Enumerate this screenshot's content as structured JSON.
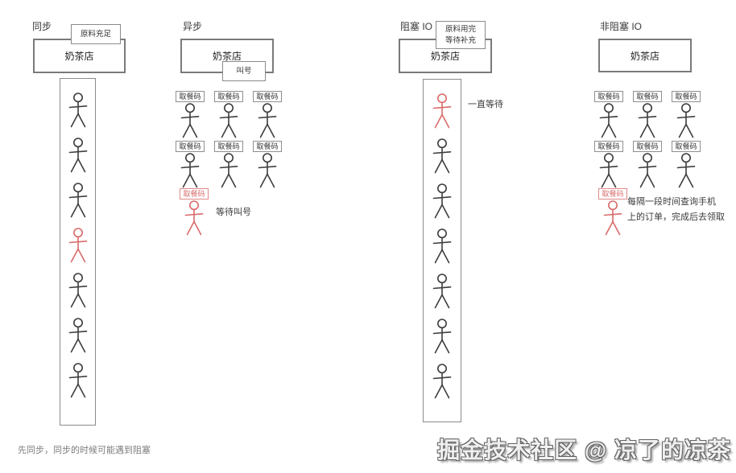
{
  "colors": {
    "figure_black": "#3d3d3d",
    "figure_red": "#d96a6a",
    "border_gray": "#8b8b8b"
  },
  "icons": {
    "person": "stick-figure-icon"
  },
  "sections": [
    {
      "id": "sync",
      "title": "同步",
      "shop_label": "奶茶店",
      "note_box": {
        "lines": [
          "原料充足"
        ]
      },
      "queue": {
        "count": 7,
        "red_index": 3
      }
    },
    {
      "id": "async",
      "title": "异步",
      "shop_label": "奶茶店",
      "call_box": "叫号",
      "grid": {
        "rows": 2,
        "cols": 3,
        "ticket_label": "取餐码"
      },
      "waiter": {
        "ticket_label": "取餐码",
        "note": "等待叫号"
      }
    },
    {
      "id": "blocking-io",
      "title": "阻塞 IO",
      "shop_label": "奶茶店",
      "note_box": {
        "lines": [
          "原料用完",
          "等待补充"
        ]
      },
      "queue": {
        "count": 7,
        "red_index": 0
      },
      "queue_note": "一直等待"
    },
    {
      "id": "nonblocking-io",
      "title": "非阻塞 IO",
      "shop_label": "奶茶店",
      "grid": {
        "rows": 2,
        "cols": 3,
        "ticket_label": "取餐码"
      },
      "waiter": {
        "ticket_label": "取餐码",
        "note_lines": [
          "每隔一段时间查询手机",
          "上的订单，完成后去领取"
        ]
      }
    }
  ],
  "footer": {
    "note": "先同步，同步的时候可能遇到阻塞",
    "watermark": "掘金技术社区 @ 凉了的凉茶"
  }
}
